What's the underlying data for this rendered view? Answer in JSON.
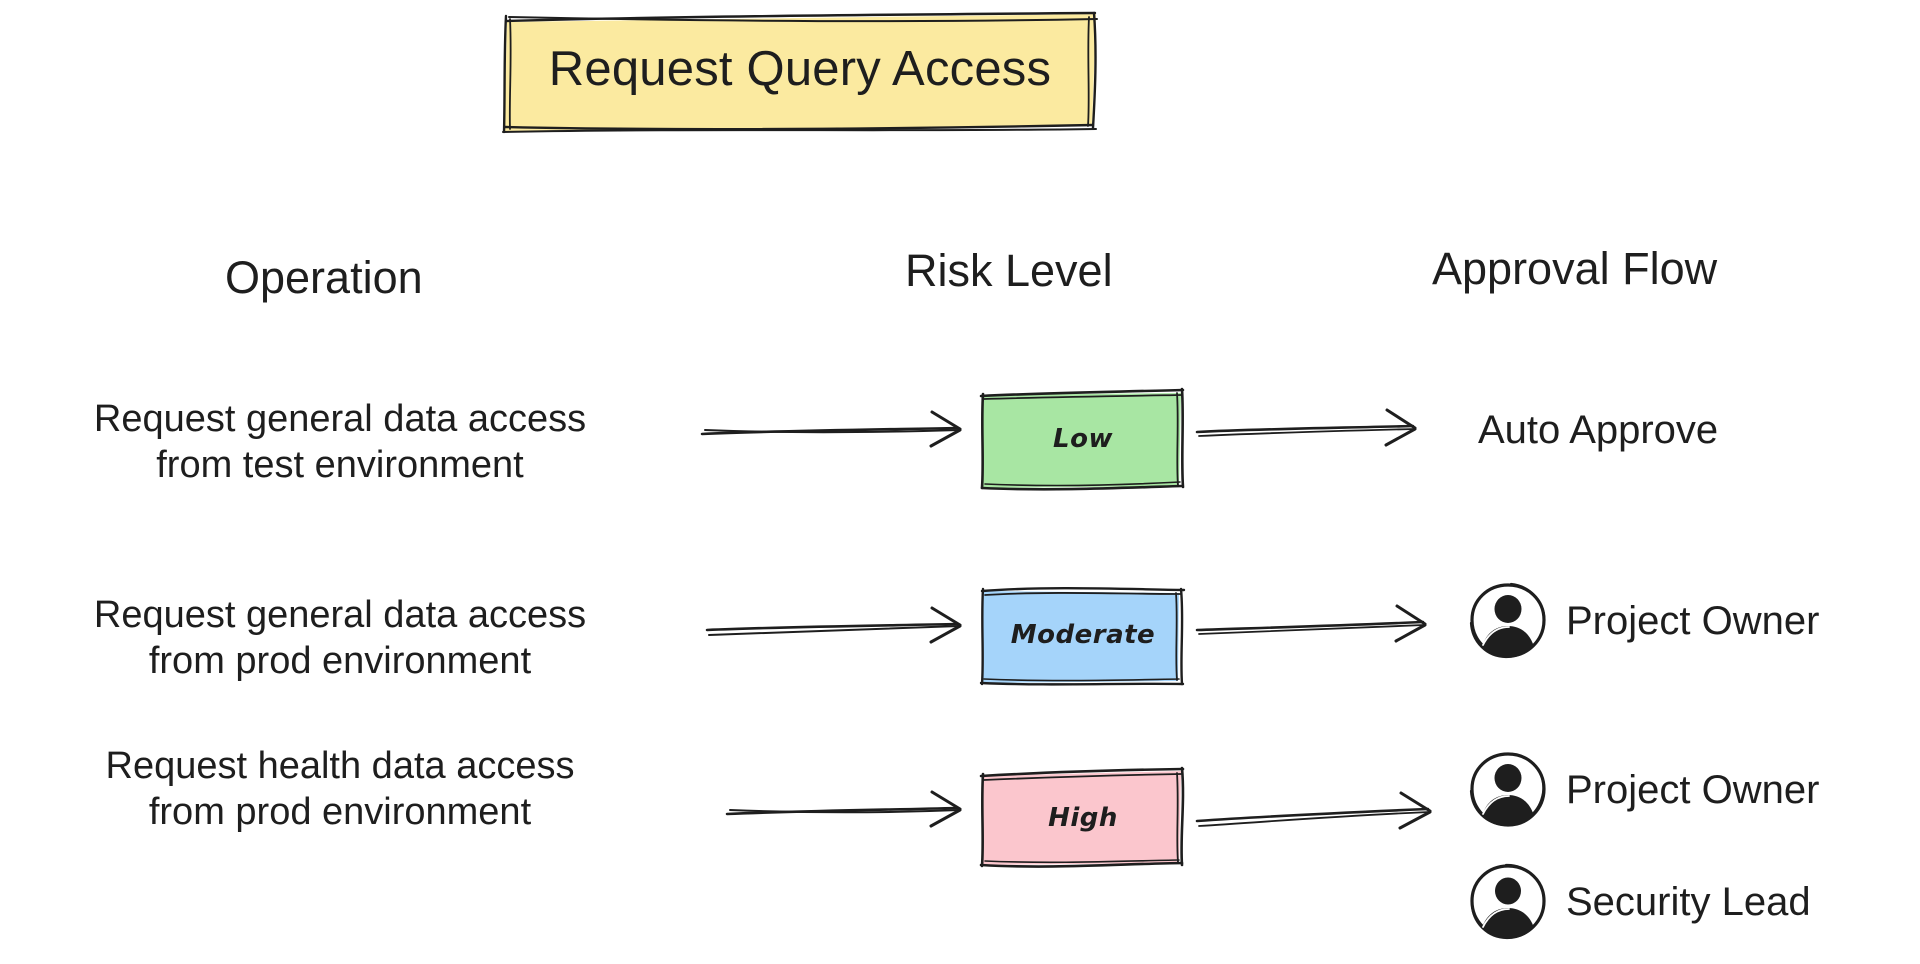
{
  "title": {
    "text": "Request Query Access",
    "fill_color": "#fbeaa0",
    "stroke_color": "#1e1e1e"
  },
  "headers": {
    "operation": "Operation",
    "risk_level": "Risk Level",
    "approval_flow": "Approval Flow"
  },
  "colors": {
    "low": "#a8e6a3",
    "moderate": "#a5d4fa",
    "high": "#fbc6cd",
    "ink": "#1e1e1e",
    "background": "#ffffff"
  },
  "rows": [
    {
      "operation": "Request general data access from test environment",
      "operation_line1": "Request general data access",
      "operation_line2": "from test environment",
      "risk": "Low",
      "risk_color": "#a8e6a3",
      "approvals": [
        {
          "label": "Auto Approve",
          "has_avatar": false
        }
      ]
    },
    {
      "operation": "Request general data access from prod environment",
      "operation_line1": "Request general data access",
      "operation_line2": "from prod environment",
      "risk": "Moderate",
      "risk_color": "#a5d4fa",
      "approvals": [
        {
          "label": "Project Owner",
          "has_avatar": true,
          "icon": "user-avatar-icon"
        }
      ]
    },
    {
      "operation": "Request health data access from prod environment",
      "operation_line1": "Request health data access",
      "operation_line2": "from prod environment",
      "risk": "High",
      "risk_color": "#fbc6cd",
      "approvals": [
        {
          "label": "Project Owner",
          "has_avatar": true,
          "icon": "user-avatar-icon"
        },
        {
          "label": "Security Lead",
          "has_avatar": true,
          "icon": "user-avatar-icon"
        }
      ]
    }
  ]
}
